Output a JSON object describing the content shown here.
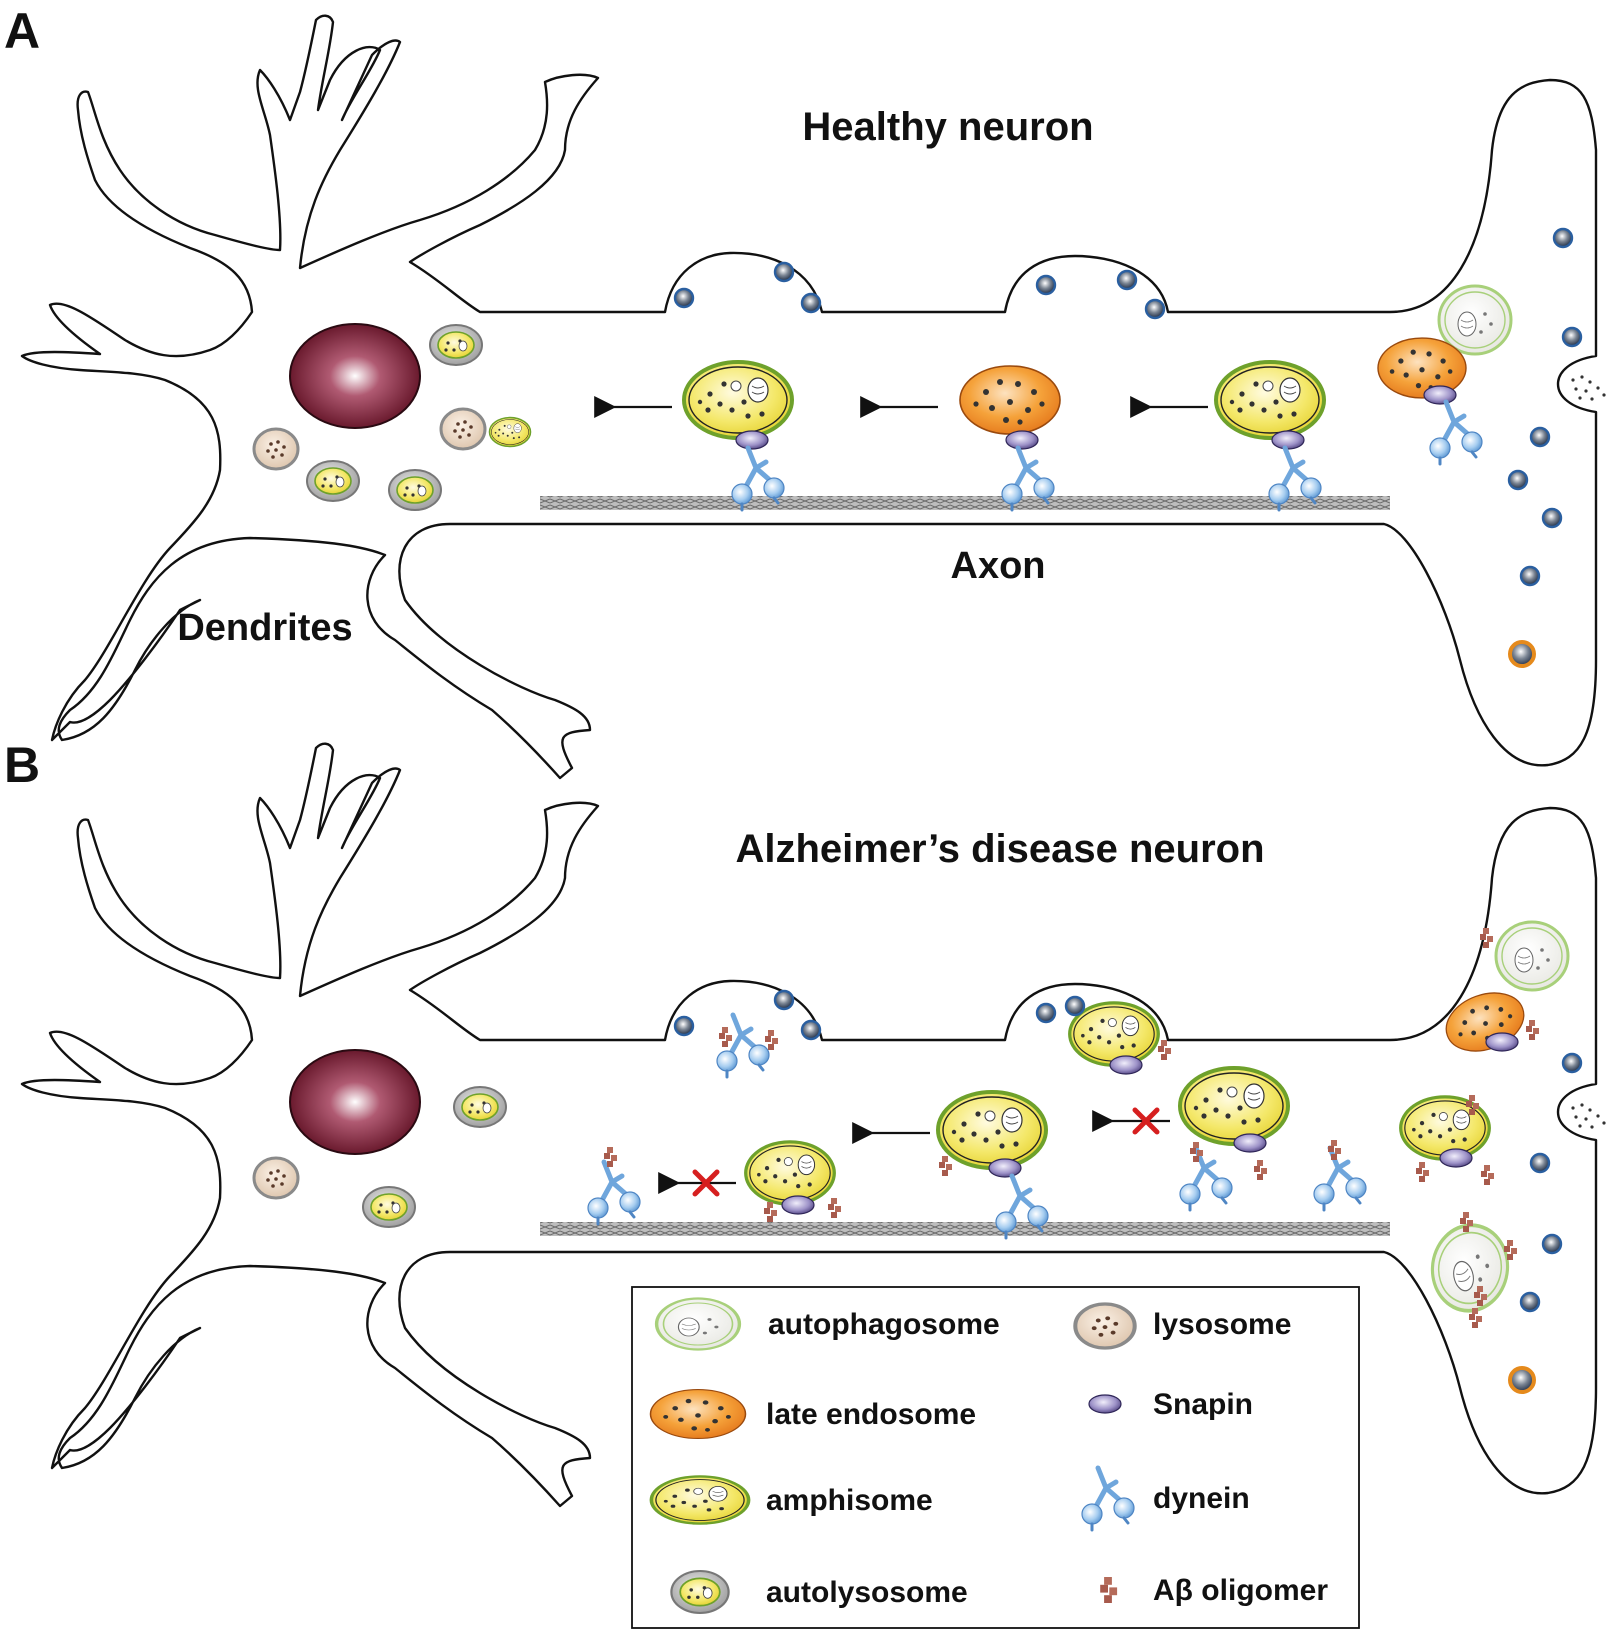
{
  "panel_a": {
    "letter": "A",
    "title": "Healthy neuron",
    "labels": {
      "dendrites": "Dendrites",
      "axon": "Axon"
    }
  },
  "panel_b": {
    "letter": "B",
    "title": "Alzheimer’s disease neuron"
  },
  "legend": {
    "items": [
      {
        "icon": "autophagosome-icon",
        "label": "autophagosome"
      },
      {
        "icon": "lysosome-icon",
        "label": "lysosome"
      },
      {
        "icon": "late-endosome-icon",
        "label": "late endosome"
      },
      {
        "icon": "snapin-icon",
        "label": "Snapin"
      },
      {
        "icon": "amphisome-icon",
        "label": "amphisome"
      },
      {
        "icon": "dynein-icon",
        "label": "dynein"
      },
      {
        "icon": "autolysosome-icon",
        "label": "autolysosome"
      },
      {
        "icon": "abeta-oligomer-icon",
        "label": "Aβ oligomer"
      }
    ]
  },
  "colors": {
    "nucleus": "#6b1428",
    "late_endosome": "#f39a2e",
    "amphisome": "#f2e35a",
    "amphisome_ring": "#7bb32e",
    "autophagosome_ring": "#a9d17a",
    "lysosome": "#e9d6c4",
    "snapin": "#5b4f8c",
    "dynein": "#8fbde8",
    "abeta": "#b76a5a",
    "block_x": "#d62020",
    "vesicle": "#2b5c94"
  }
}
